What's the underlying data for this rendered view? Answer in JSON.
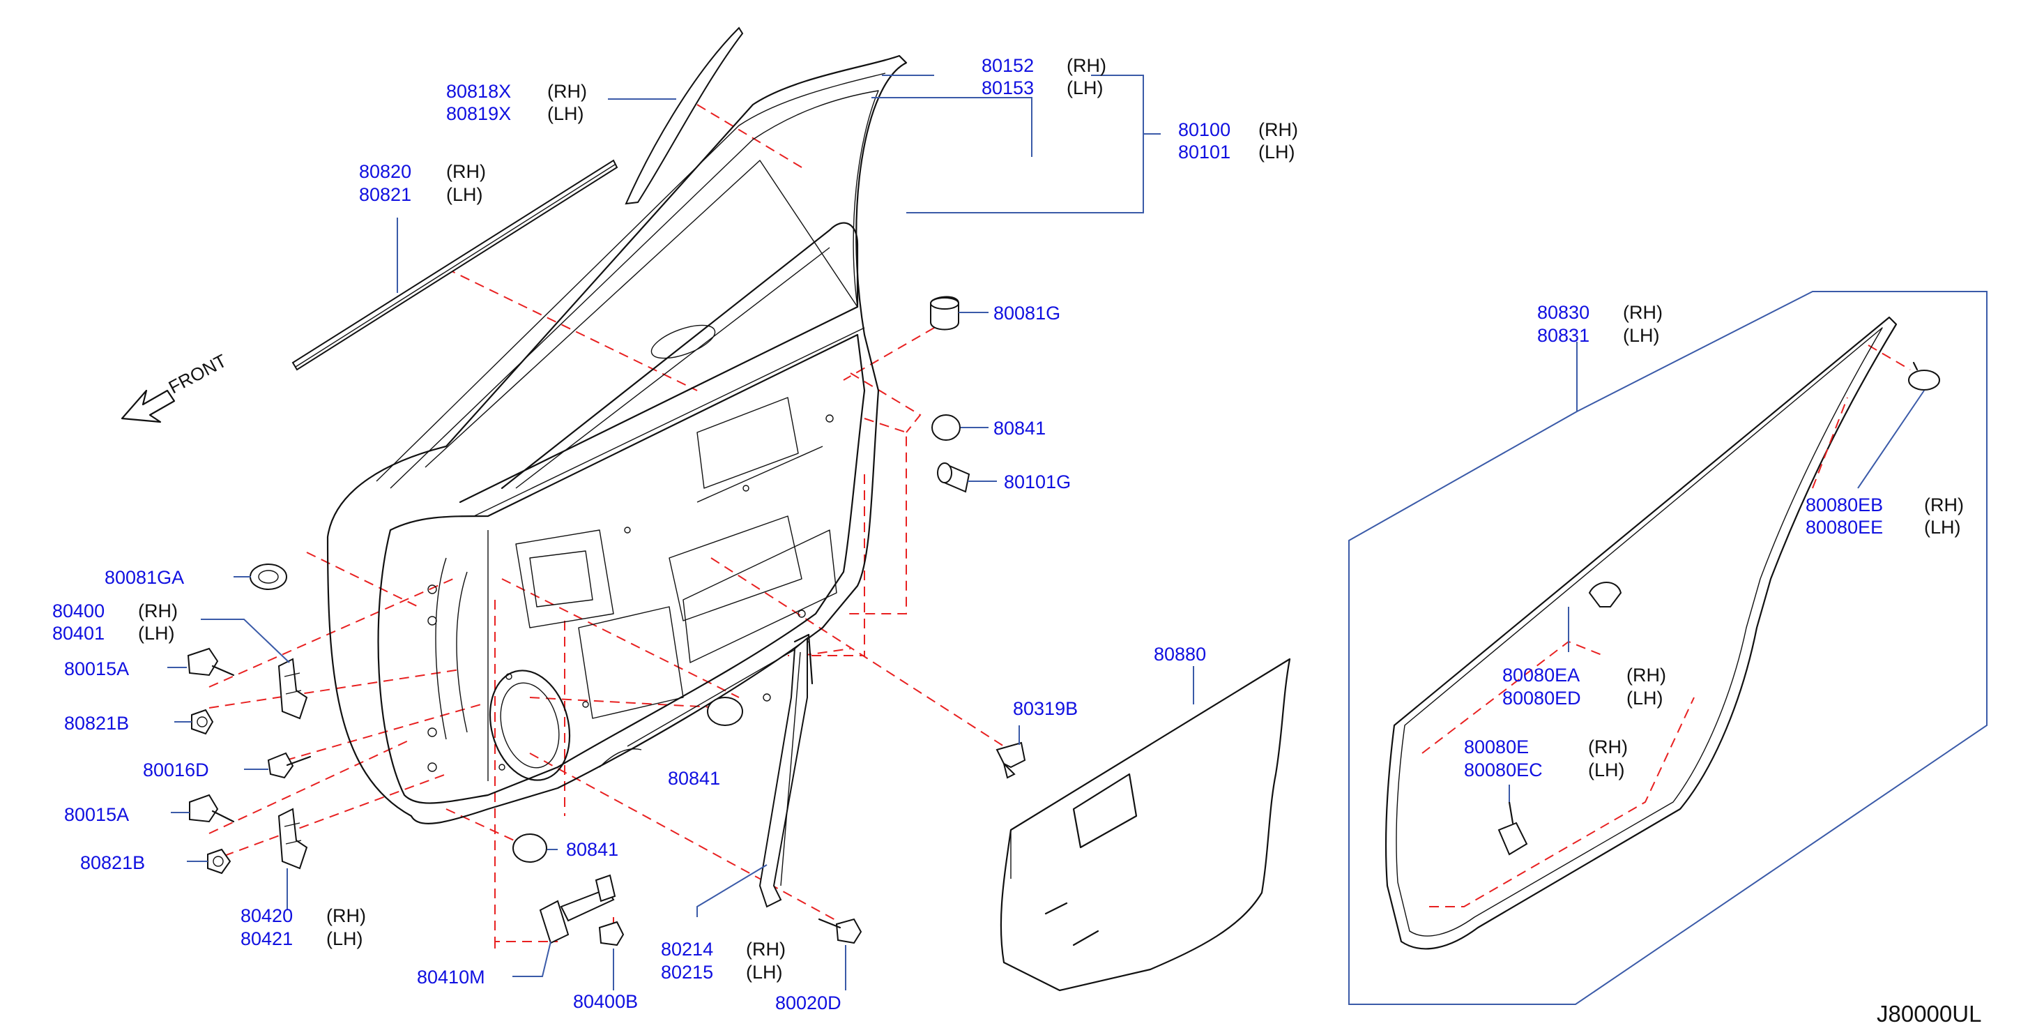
{
  "direction": {
    "label": "FRONT",
    "icon": "front-arrow-icon"
  },
  "diagram_code": "J80000UL",
  "colors": {
    "part_number": "#1010e0",
    "leader_line": "#3a5aa8",
    "dash_line": "#e82020",
    "outline": "#111111"
  },
  "callouts": {
    "c80818": {
      "nums": [
        "80818X",
        "80819X"
      ],
      "sides": [
        "(RH)",
        "(LH)"
      ]
    },
    "c80820": {
      "nums": [
        "80820",
        "80821"
      ],
      "sides": [
        "(RH)",
        "(LH)"
      ]
    },
    "c80152": {
      "nums": [
        "80152",
        "80153"
      ],
      "sides": [
        "(RH)",
        "(LH)"
      ]
    },
    "c80100": {
      "nums": [
        "80100",
        "80101"
      ],
      "sides": [
        "(RH)",
        "(LH)"
      ]
    },
    "c80081g": {
      "nums": [
        "80081G"
      ]
    },
    "c80841a": {
      "nums": [
        "80841"
      ]
    },
    "c80101g": {
      "nums": [
        "80101G"
      ]
    },
    "c80081ga": {
      "nums": [
        "80081GA"
      ]
    },
    "c80400": {
      "nums": [
        "80400",
        "80401"
      ],
      "sides": [
        "(RH)",
        "(LH)"
      ]
    },
    "c80015a1": {
      "nums": [
        "80015A"
      ]
    },
    "c80821b1": {
      "nums": [
        "80821B"
      ]
    },
    "c80016d": {
      "nums": [
        "80016D"
      ]
    },
    "c80015a2": {
      "nums": [
        "80015A"
      ]
    },
    "c80821b2": {
      "nums": [
        "80821B"
      ]
    },
    "c80420": {
      "nums": [
        "80420",
        "80421"
      ],
      "sides": [
        "(RH)",
        "(LH)"
      ]
    },
    "c80410m": {
      "nums": [
        "80410M"
      ]
    },
    "c80400b": {
      "nums": [
        "80400B"
      ]
    },
    "c80841b": {
      "nums": [
        "80841"
      ]
    },
    "c80841c": {
      "nums": [
        "80841"
      ]
    },
    "c80214": {
      "nums": [
        "80214",
        "80215"
      ],
      "sides": [
        "(RH)",
        "(LH)"
      ]
    },
    "c80020d": {
      "nums": [
        "80020D"
      ]
    },
    "c80319b": {
      "nums": [
        "80319B"
      ]
    },
    "c80880": {
      "nums": [
        "80880"
      ]
    },
    "c80830": {
      "nums": [
        "80830",
        "80831"
      ],
      "sides": [
        "(RH)",
        "(LH)"
      ]
    },
    "c80080eb": {
      "nums": [
        "80080EB",
        "80080EE"
      ],
      "sides": [
        "(RH)",
        "(LH)"
      ]
    },
    "c80080ea": {
      "nums": [
        "80080EA",
        "80080ED"
      ],
      "sides": [
        "(RH)",
        "(LH)"
      ]
    },
    "c80080e": {
      "nums": [
        "80080E",
        "80080EC"
      ],
      "sides": [
        "(RH)",
        "(LH)"
      ]
    }
  }
}
